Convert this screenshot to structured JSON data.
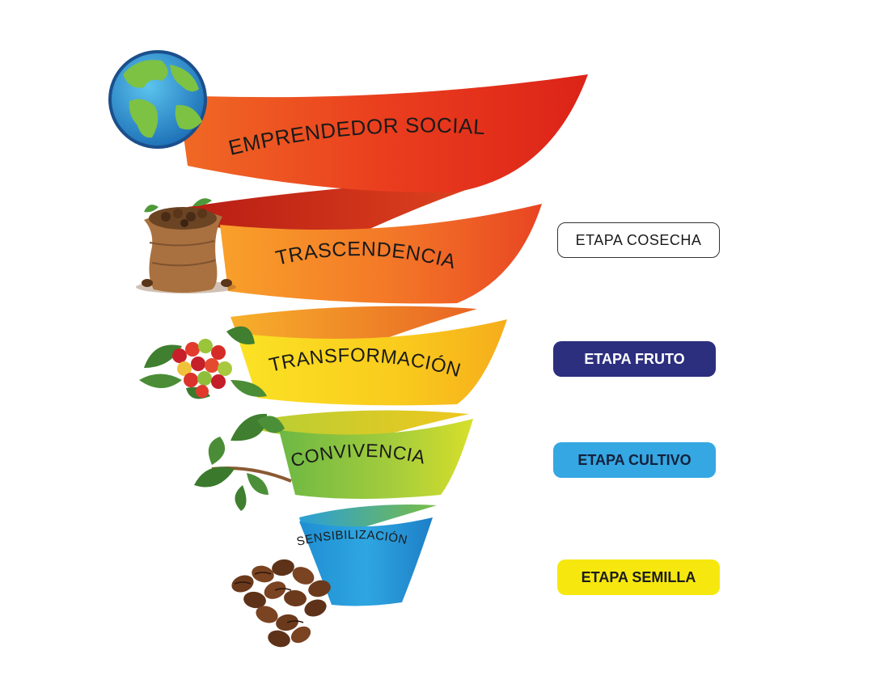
{
  "diagram": {
    "levels": [
      {
        "id": "emprendedor",
        "label": "EMPRENDEDOR SOCIAL",
        "color": "#e8331f",
        "icon": "globe-icon"
      },
      {
        "id": "trascendencia",
        "label": "TRASCENDENCIA",
        "color": "#f07a2a",
        "icon": "coffee-sack-icon"
      },
      {
        "id": "transformacion",
        "label": "TRANSFORMACIÓN",
        "color": "#f8c41a",
        "icon": "coffee-cherries-icon"
      },
      {
        "id": "convivencia",
        "label": "CONVIVENCIA",
        "color": "#8cc63f",
        "icon": "coffee-branch-icon"
      },
      {
        "id": "sensibilizacion",
        "label": "SENSIBILIZACIÓN",
        "color": "#2b9bd7",
        "icon": "coffee-beans-icon"
      }
    ],
    "stages": {
      "cosecha": {
        "label": "ETAPA COSECHA",
        "color": "#ffffff"
      },
      "fruto": {
        "label": "ETAPA FRUTO",
        "color": "#2c2f7e"
      },
      "cultivo": {
        "label": "ETAPA CULTIVO",
        "color": "#35a7e2"
      },
      "semilla": {
        "label": "ETAPA SEMILLA",
        "color": "#f6e80f"
      }
    }
  }
}
